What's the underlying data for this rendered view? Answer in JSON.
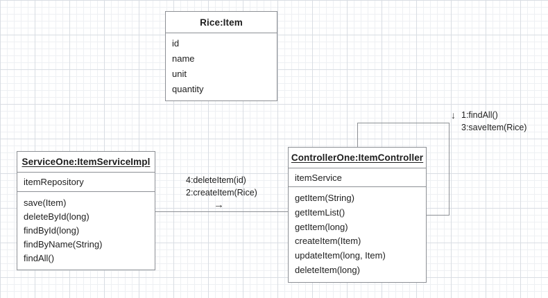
{
  "diagram": {
    "background": "#ffffff",
    "grid_color_minor": "#eef0f3",
    "grid_color_major": "#d9dde3",
    "stroke_color": "#8c8f94",
    "text_color": "#1d1d1d"
  },
  "classes": {
    "rice_item": {
      "title": "Rice:Item",
      "underlined": false,
      "attributes": [
        "id",
        "name",
        "unit",
        "quantity"
      ],
      "methods": []
    },
    "service_one": {
      "title": "ServiceOne:ItemServiceImpl",
      "underlined": true,
      "attributes": [
        "itemRepository"
      ],
      "methods": [
        "save(Item)",
        "deleteById(long)",
        "findById(long)",
        "findByName(String)",
        "findAll()"
      ]
    },
    "controller_one": {
      "title": "ControllerOne:ItemController",
      "underlined": true,
      "attributes": [
        "itemService"
      ],
      "methods": [
        "getItem(String)",
        "getItemList()",
        "getItem(long)",
        "createItem(Item)",
        "updateItem(long, Item)",
        "deleteItem(long)"
      ]
    }
  },
  "connectors": {
    "service_to_controller": {
      "label_line_1": "4:deleteItem(id)",
      "label_line_2": "2:createItem(Rice)",
      "arrow_glyph": "→"
    },
    "controller_self_loop": {
      "arrow_glyph": "↓",
      "label_line_1": "1:findAll()",
      "label_line_2": "3:saveItem(Rice)"
    }
  }
}
